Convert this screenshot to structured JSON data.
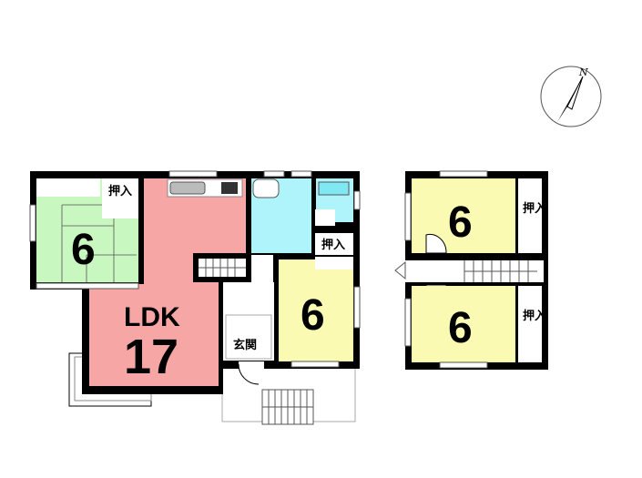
{
  "compass": {
    "label": "N"
  },
  "ground_floor": {
    "japanese_room": {
      "size": "6",
      "color": "#c8f7c0"
    },
    "closet_1": {
      "label": "押入"
    },
    "ldk": {
      "label": "LDK",
      "size": "17",
      "color": "#f7a6a6"
    },
    "wet_area_color": "#b0f4fb",
    "closet_2": {
      "label": "押入"
    },
    "room_east": {
      "size": "6",
      "color": "#fbfab2"
    },
    "entrance": {
      "label": "玄関"
    }
  },
  "second_floor": {
    "room_north": {
      "size": "6",
      "color": "#fbfab2"
    },
    "closet_north": {
      "label": "押入"
    },
    "room_south": {
      "size": "6",
      "color": "#fbfab2"
    },
    "closet_south": {
      "label": "押入"
    }
  }
}
